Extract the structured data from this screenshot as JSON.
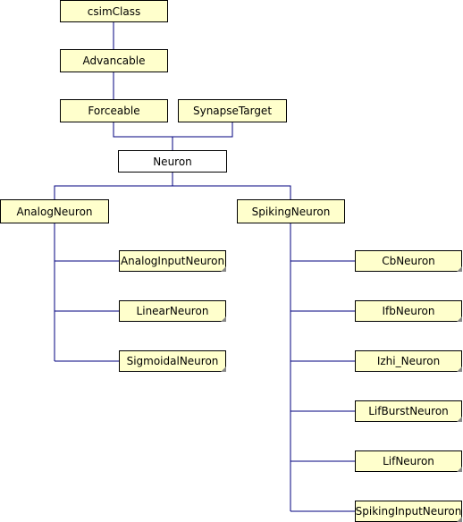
{
  "colors": {
    "node_fill": "#ffffcc",
    "current_fill": "#ffffff",
    "edge": "#00007f",
    "border": "#000000"
  },
  "nodes": {
    "csimClass": "csimClass",
    "Advancable": "Advancable",
    "Forceable": "Forceable",
    "SynapseTarget": "SynapseTarget",
    "Neuron": "Neuron",
    "AnalogNeuron": "AnalogNeuron",
    "SpikingNeuron": "SpikingNeuron",
    "AnalogInputNeuron": "AnalogInputNeuron",
    "LinearNeuron": "LinearNeuron",
    "SigmoidalNeuron": "SigmoidalNeuron",
    "CbNeuron": "CbNeuron",
    "IfbNeuron": "IfbNeuron",
    "Izhi_Neuron": "Izhi_Neuron",
    "LifBurstNeuron": "LifBurstNeuron",
    "LifNeuron": "LifNeuron",
    "SpikingInputNeuron": "SpikingInputNeuron"
  }
}
